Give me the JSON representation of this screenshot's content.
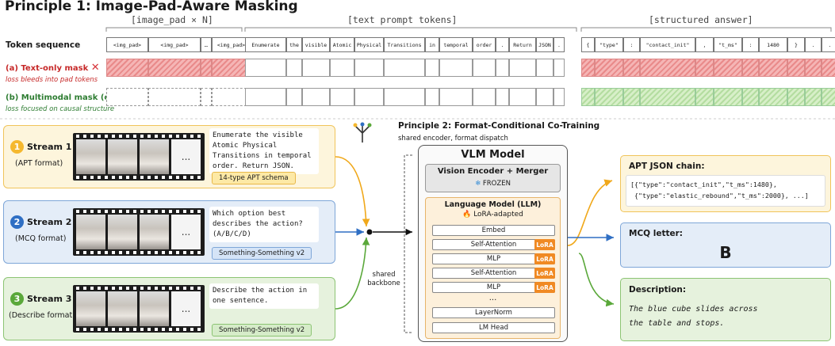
{
  "principle1": {
    "title": "Principle 1: Image-Pad-Aware Masking",
    "groups": {
      "image": "[image_pad × N]",
      "text": "[text prompt tokens]",
      "answer": "[structured answer]"
    },
    "token_sequence_label": "Token sequence",
    "image_tokens": [
      "<img_pad>",
      "<img_pad>",
      "…",
      "<img_pad>"
    ],
    "text_tokens": [
      "Enumerate",
      "the",
      "visible",
      "Atomic",
      "Physical",
      "Transitions",
      "in",
      "temporal",
      "order",
      ".",
      "Return",
      "JSON",
      "."
    ],
    "answer_tokens": [
      "{",
      "\"type\"",
      ":",
      "\"contact_init\"",
      ",",
      "\"t_ms\"",
      ":",
      "1480",
      "}",
      ".",
      ".",
      "]"
    ],
    "rows": [
      {
        "label": "(a) Text-only mask",
        "mark": "✕",
        "note": "loss bleeds into pad tokens"
      },
      {
        "label": "(b) Multimodal mask (ours)",
        "mark": "✓",
        "note": "loss focused on causal structure"
      }
    ]
  },
  "streams": [
    {
      "num": "1",
      "name": "Stream 1",
      "format": "(APT format)",
      "prompt": "Enumerate the visible Atomic Physical Transitions in temporal order. Return JSON.",
      "tag": "14-type APT schema",
      "frame_last": "..."
    },
    {
      "num": "2",
      "name": "Stream 2",
      "format": "(MCQ format)",
      "prompt": "Which option best describes the action? (A/B/C/D)",
      "tag": "Something-Something v2",
      "frame_last": "..."
    },
    {
      "num": "3",
      "name": "Stream 3",
      "format": "(Describe format)",
      "prompt": "Describe the action in one sentence.",
      "tag": "Something-Something v2",
      "frame_last": "..."
    }
  ],
  "principle2": {
    "title": "Principle 2: Format-Conditional Co-Training",
    "subtitle": "shared encoder, format dispatch"
  },
  "shared_backbone": "shared backbone",
  "vlm": {
    "title": "VLM Model",
    "encoder": {
      "title": "Vision Encoder + Merger",
      "status": "FROZEN"
    },
    "llm": {
      "title": "Language Model (LLM)",
      "subtitle": "LoRA-adapted",
      "layers": [
        {
          "name": "Embed",
          "lora": ""
        },
        {
          "name": "Self-Attention",
          "lora": "LoRA"
        },
        {
          "name": "MLP",
          "lora": "LoRA"
        },
        {
          "name": "Self-Attention",
          "lora": "LoRA"
        },
        {
          "name": "MLP",
          "lora": "LoRA"
        }
      ],
      "ellipsis": "...",
      "tail_layers": [
        "LayerNorm",
        "LM Head"
      ]
    }
  },
  "outputs": [
    {
      "title": "APT JSON chain:",
      "lines": [
        "[{\"type\":\"contact_init\",\"t_ms\":1480},",
        " {\"type\":\"elastic_rebound\",\"t_ms\":2000}, ...]"
      ]
    },
    {
      "title": "MCQ letter:",
      "answer": "B"
    },
    {
      "title": "Description:",
      "lines": [
        "The blue cube slides across",
        "the table and stops."
      ]
    }
  ],
  "colors": {
    "yellow": "#f5b82e",
    "blue": "#2f6fc4",
    "green": "#5aa83a",
    "red": "#d6343a",
    "orange": "#f08a24"
  }
}
